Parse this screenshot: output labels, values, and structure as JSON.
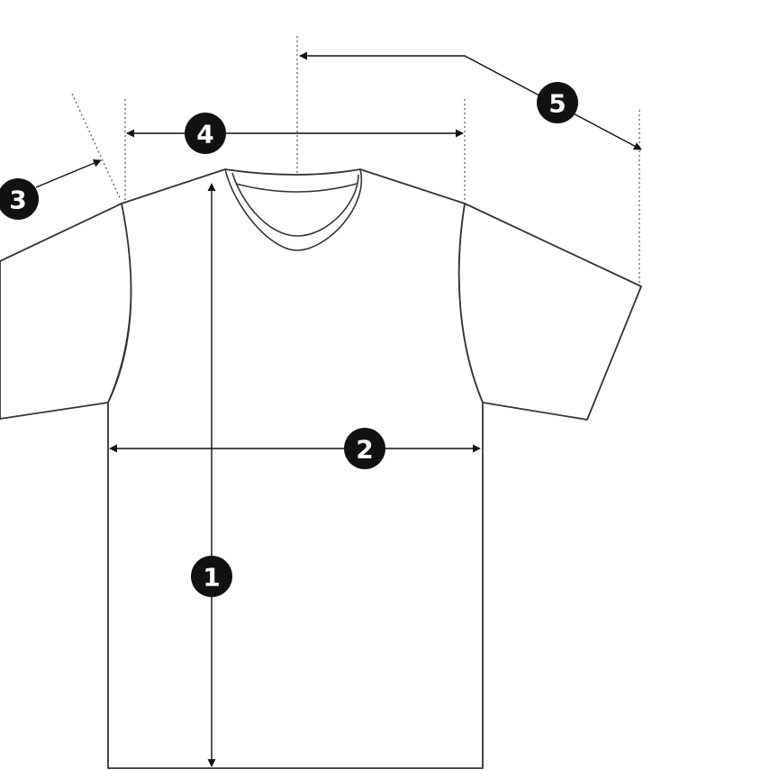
{
  "markers": [
    {
      "id": "1",
      "label": "1"
    },
    {
      "id": "2",
      "label": "2"
    },
    {
      "id": "3",
      "label": "3"
    },
    {
      "id": "4",
      "label": "4"
    },
    {
      "id": "5",
      "label": "5"
    }
  ],
  "colors": {
    "outline": "#333333",
    "badge": "#111111",
    "badge_text": "#ffffff",
    "background": "#ffffff"
  }
}
